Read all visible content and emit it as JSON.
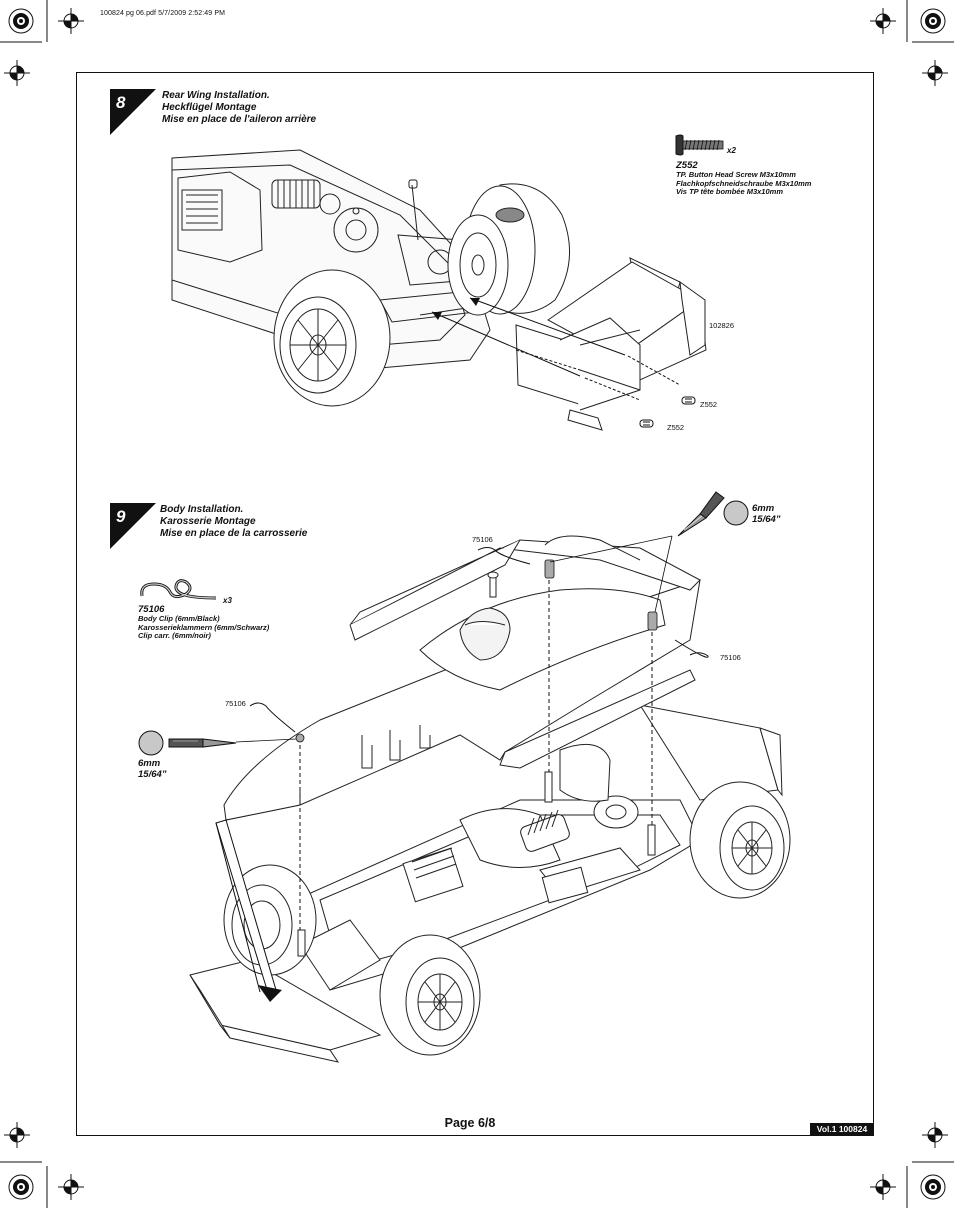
{
  "header": {
    "file_line": "100824 pg 06.pdf  5/7/2009  2:52:49 PM"
  },
  "step8": {
    "number": "8",
    "title_en": "Rear Wing Installation.",
    "title_de": "Heckflügel Montage",
    "title_fr": "Mise en place de l'aileron arrière",
    "part": {
      "code": "Z552",
      "qty": "x2",
      "desc_en": "TP. Button Head Screw M3x10mm",
      "desc_de": "Flachkopfschneidschraube M3x10mm",
      "desc_fr": "Vis TP tête bombée M3x10mm"
    },
    "callouts": {
      "wing": "102826",
      "screw_a": "Z552",
      "screw_b": "Z552"
    }
  },
  "step9": {
    "number": "9",
    "title_en": "Body Installation.",
    "title_de": "Karosserie Montage",
    "title_fr": "Mise en place de la carrosserie",
    "part": {
      "code": "75106",
      "qty": "x3",
      "desc_en": "Body Clip (6mm/Black)",
      "desc_de": "Karosserieklammern (6mm/Schwarz)",
      "desc_fr": "Clip carr. (6mm/noir)"
    },
    "tool_right": {
      "mm": "6mm",
      "inch": "15/64”"
    },
    "tool_left": {
      "mm": "6mm",
      "inch": "15/64”"
    },
    "callouts": {
      "clip_top": "75106",
      "clip_right": "75106",
      "clip_left": "75106"
    }
  },
  "footer": {
    "page": "Page  6/8",
    "volume": "Vol.1 100824"
  }
}
